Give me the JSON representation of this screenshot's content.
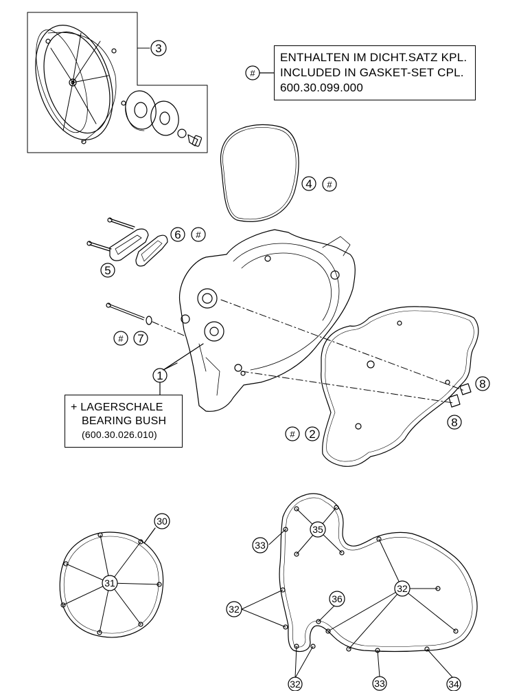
{
  "notes": {
    "gasket_set": {
      "line1": "ENTHALTEN IM DICHT.SATZ KPL.",
      "line2": "INCLUDED IN GASKET-SET CPL.",
      "line3": "600.30.099.000"
    },
    "bearing_bush": {
      "line1": "+ LAGERSCHALE",
      "line2": "BEARING BUSH",
      "line3": "(600.30.026.010)"
    }
  },
  "symbols": {
    "gasket_mark": "#"
  },
  "labels": {
    "p1": "1",
    "p2": "2",
    "p3": "3",
    "p4": "4",
    "p5": "5",
    "p6": "6",
    "p7": "7",
    "p8a": "8",
    "p8b": "8",
    "p30": "30",
    "p31": "31",
    "p32a": "32",
    "p32b": "32",
    "p32c": "32",
    "p33a": "33",
    "p33b": "33",
    "p34": "34",
    "p35": "35",
    "p36": "36"
  }
}
